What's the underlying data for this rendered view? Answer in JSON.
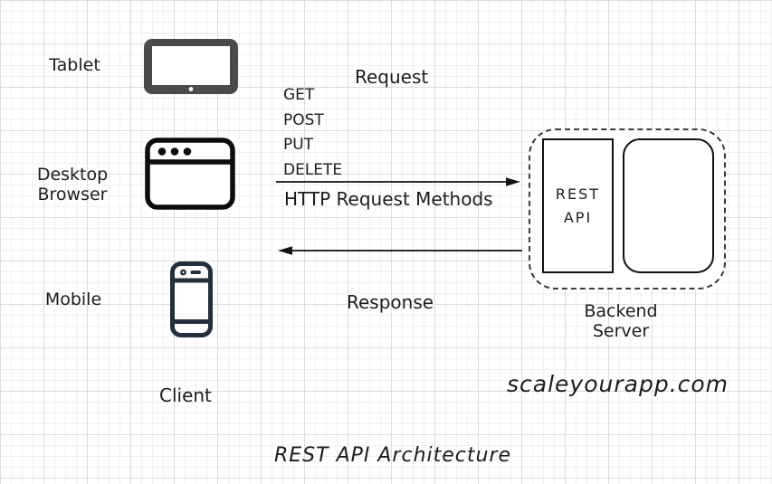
{
  "title": "REST API Architecture",
  "watermark": "scaleyourapp.com",
  "clients": {
    "group_label": "Client",
    "items": [
      {
        "label": "Tablet",
        "icon": "tablet-icon"
      },
      {
        "label": "Desktop Browser",
        "icon": "desktop-browser-icon"
      },
      {
        "label": "Mobile",
        "icon": "mobile-phone-icon"
      }
    ]
  },
  "request_flow": {
    "title": "Request",
    "methods": [
      "GET",
      "POST",
      "PUT",
      "DELETE"
    ],
    "arrow_label": "HTTP Request Methods"
  },
  "response_flow": {
    "label": "Response"
  },
  "backend": {
    "api_box_label": "REST API",
    "label": "Backend Server"
  },
  "colors": {
    "tablet_icon": "#4a4a4a",
    "browser_icon": "#0c0c0c",
    "mobile_icon": "#232f3e",
    "arrow": "#111111",
    "grid_minor": "#f1f1f1",
    "grid_major": "#dcdcdc",
    "dashed_border": "#3c3c3c"
  }
}
